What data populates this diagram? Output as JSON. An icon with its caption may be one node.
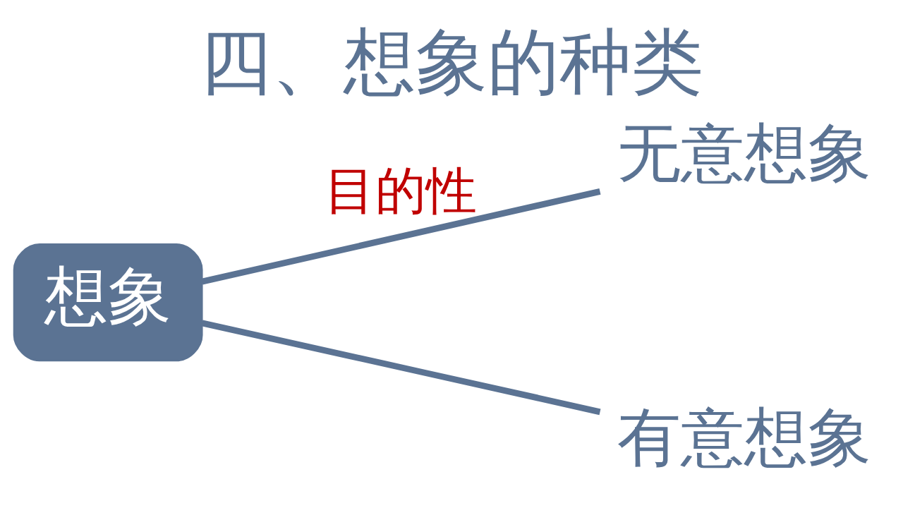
{
  "diagram": {
    "title": "四、想象的种类",
    "nodes": [
      {
        "text": [
          "想象"
        ]
      },
      {
        "text": [
          "无意想象"
        ]
      },
      {
        "text": [
          "有意想象"
        ]
      }
    ],
    "edges": [
      {
        "from": 0,
        "to": 1,
        "arrow": "none",
        "label": "目的性"
      },
      {
        "from": 0,
        "to": 2,
        "arrow": "none"
      }
    ]
  }
}
